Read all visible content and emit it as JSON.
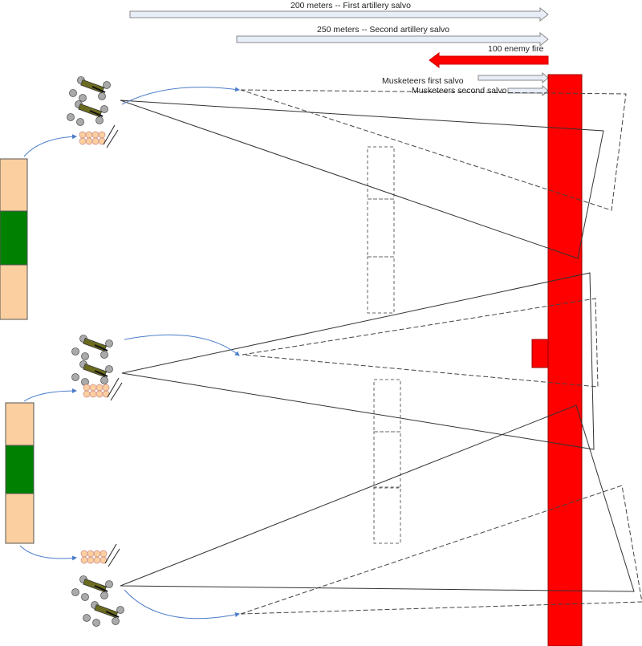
{
  "labels": {
    "first_artillery": "200 meters  -- First artillery salvo",
    "second_artillery": "250 meters  -- Second artillery salvo",
    "enemy_fire": "100   enemy fire",
    "musket_first": "Musketeers first salvo",
    "musket_second": "Musketeers second salvo"
  },
  "colors": {
    "enemy": "#ff0000",
    "infantry_light": "#fbcf9f",
    "infantry_dark": "#008000",
    "arrow_fill": "#e8eef8",
    "trajectory": "#4a7cc8"
  },
  "icons": [
    "cannon-icon",
    "gunner-icon",
    "musketeer-icon"
  ]
}
